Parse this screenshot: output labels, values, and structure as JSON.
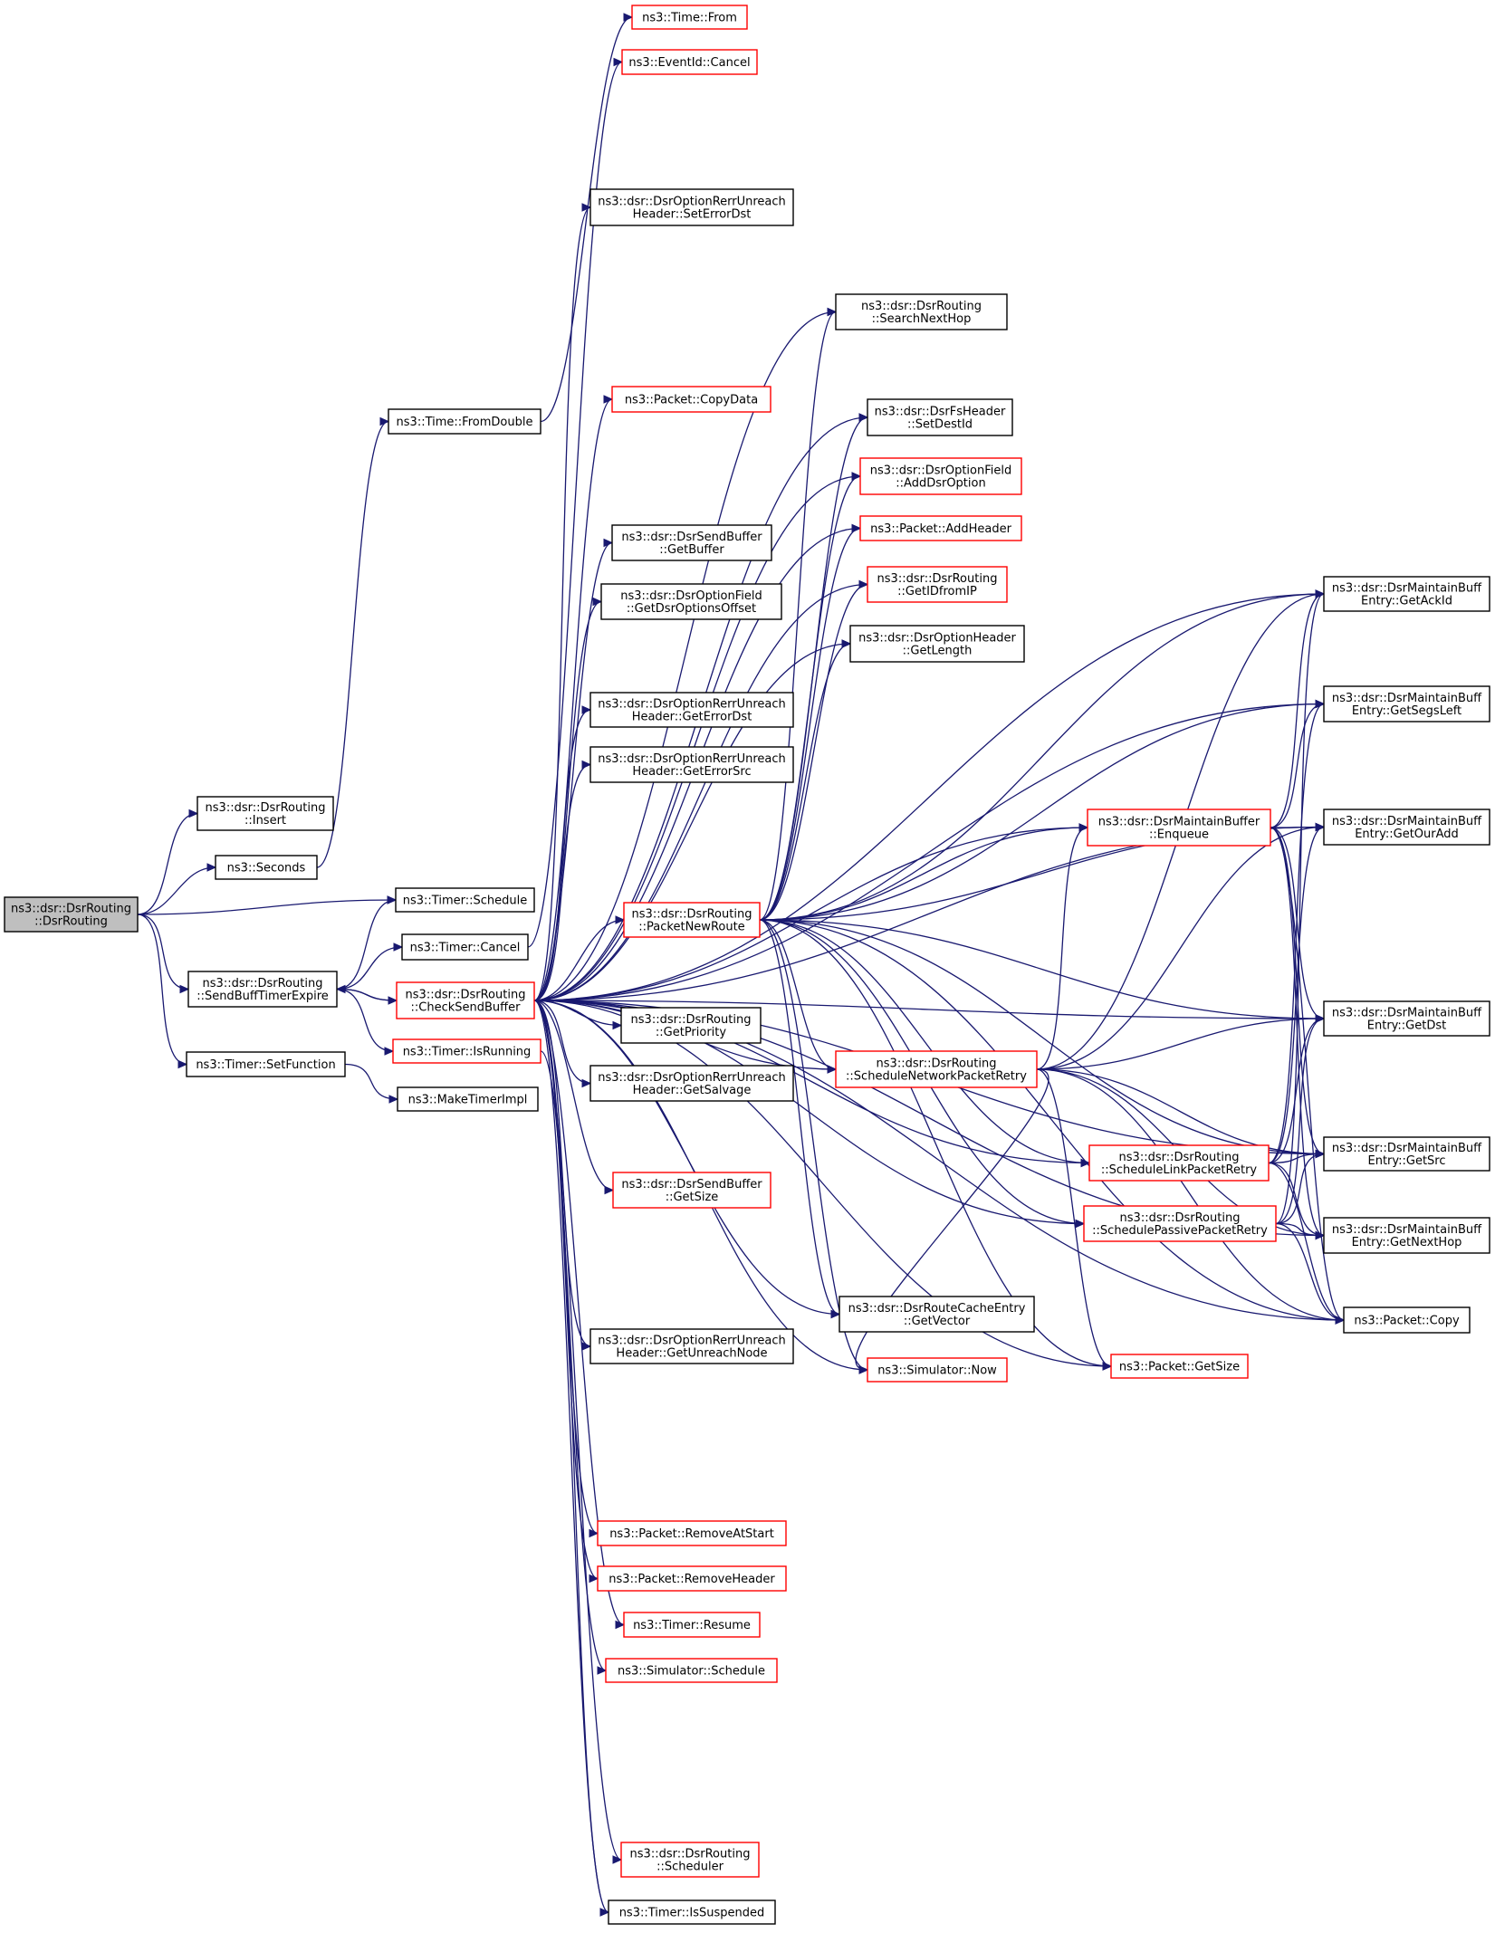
{
  "diagram": {
    "type": "call-graph",
    "colors": {
      "edge": "#191970",
      "normal_border": "#000000",
      "truncated_border": "#ff0000",
      "root_fill": "#bfbfbf"
    },
    "nodes": [
      {
        "id": "root",
        "lines": [
          "ns3::dsr::DsrRouting",
          "::DsrRouting"
        ],
        "kind": "root"
      },
      {
        "id": "insert",
        "lines": [
          "ns3::dsr::DsrRouting",
          "::Insert"
        ],
        "kind": "normal"
      },
      {
        "id": "seconds",
        "lines": [
          "ns3::Seconds"
        ],
        "kind": "normal"
      },
      {
        "id": "timerSchedule",
        "lines": [
          "ns3::Timer::Schedule"
        ],
        "kind": "normal"
      },
      {
        "id": "sendBuffTimerExpire",
        "lines": [
          "ns3::dsr::DsrRouting",
          "::SendBuffTimerExpire"
        ],
        "kind": "normal"
      },
      {
        "id": "timerSetFunction",
        "lines": [
          "ns3::Timer::SetFunction"
        ],
        "kind": "normal"
      },
      {
        "id": "fromDouble",
        "lines": [
          "ns3::Time::FromDouble"
        ],
        "kind": "normal"
      },
      {
        "id": "timerCancel",
        "lines": [
          "ns3::Timer::Cancel"
        ],
        "kind": "normal"
      },
      {
        "id": "checkSendBuffer",
        "lines": [
          "ns3::dsr::DsrRouting",
          "::CheckSendBuffer"
        ],
        "kind": "red"
      },
      {
        "id": "timerIsRunning",
        "lines": [
          "ns3::Timer::IsRunning"
        ],
        "kind": "red"
      },
      {
        "id": "makeTimerImpl",
        "lines": [
          "ns3::MakeTimerImpl"
        ],
        "kind": "normal"
      },
      {
        "id": "timeFrom",
        "lines": [
          "ns3::Time::From"
        ],
        "kind": "red"
      },
      {
        "id": "eventIdCancel",
        "lines": [
          "ns3::EventId::Cancel"
        ],
        "kind": "red"
      },
      {
        "id": "setErrorDst",
        "lines": [
          "ns3::dsr::DsrOptionRerrUnreach",
          "Header::SetErrorDst"
        ],
        "kind": "normal"
      },
      {
        "id": "copyData",
        "lines": [
          "ns3::Packet::CopyData"
        ],
        "kind": "red"
      },
      {
        "id": "getBuffer",
        "lines": [
          "ns3::dsr::DsrSendBuffer",
          "::GetBuffer"
        ],
        "kind": "normal"
      },
      {
        "id": "getDsrOptionsOffset",
        "lines": [
          "ns3::dsr::DsrOptionField",
          "::GetDsrOptionsOffset"
        ],
        "kind": "normal"
      },
      {
        "id": "getErrorDst",
        "lines": [
          "ns3::dsr::DsrOptionRerrUnreach",
          "Header::GetErrorDst"
        ],
        "kind": "normal"
      },
      {
        "id": "getErrorSrc",
        "lines": [
          "ns3::dsr::DsrOptionRerrUnreach",
          "Header::GetErrorSrc"
        ],
        "kind": "normal"
      },
      {
        "id": "packetNewRoute",
        "lines": [
          "ns3::dsr::DsrRouting",
          "::PacketNewRoute"
        ],
        "kind": "red"
      },
      {
        "id": "getPriority",
        "lines": [
          "ns3::dsr::DsrRouting",
          "::GetPriority"
        ],
        "kind": "normal"
      },
      {
        "id": "getSalvage",
        "lines": [
          "ns3::dsr::DsrOptionRerrUnreach",
          "Header::GetSalvage"
        ],
        "kind": "normal"
      },
      {
        "id": "sendBufferGetSize",
        "lines": [
          "ns3::dsr::DsrSendBuffer",
          "::GetSize"
        ],
        "kind": "red"
      },
      {
        "id": "getUnreachNode",
        "lines": [
          "ns3::dsr::DsrOptionRerrUnreach",
          "Header::GetUnreachNode"
        ],
        "kind": "normal"
      },
      {
        "id": "removeAtStart",
        "lines": [
          "ns3::Packet::RemoveAtStart"
        ],
        "kind": "red"
      },
      {
        "id": "removeHeader",
        "lines": [
          "ns3::Packet::RemoveHeader"
        ],
        "kind": "red"
      },
      {
        "id": "timerResume",
        "lines": [
          "ns3::Timer::Resume"
        ],
        "kind": "red"
      },
      {
        "id": "simulatorSchedule",
        "lines": [
          "ns3::Simulator::Schedule"
        ],
        "kind": "red"
      },
      {
        "id": "scheduler",
        "lines": [
          "ns3::dsr::DsrRouting",
          "::Scheduler"
        ],
        "kind": "red"
      },
      {
        "id": "timerIsSuspended",
        "lines": [
          "ns3::Timer::IsSuspended"
        ],
        "kind": "normal"
      },
      {
        "id": "searchNextHop",
        "lines": [
          "ns3::dsr::DsrRouting",
          "::SearchNextHop"
        ],
        "kind": "normal"
      },
      {
        "id": "setDestId",
        "lines": [
          "ns3::dsr::DsrFsHeader",
          "::SetDestId"
        ],
        "kind": "normal"
      },
      {
        "id": "addDsrOption",
        "lines": [
          "ns3::dsr::DsrOptionField",
          "::AddDsrOption"
        ],
        "kind": "red"
      },
      {
        "id": "addHeader",
        "lines": [
          "ns3::Packet::AddHeader"
        ],
        "kind": "red"
      },
      {
        "id": "getIDfromIP",
        "lines": [
          "ns3::dsr::DsrRouting",
          "::GetIDfromIP"
        ],
        "kind": "red"
      },
      {
        "id": "getLength",
        "lines": [
          "ns3::dsr::DsrOptionHeader",
          "::GetLength"
        ],
        "kind": "normal"
      },
      {
        "id": "enqueue",
        "lines": [
          "ns3::dsr::DsrMaintainBuffer",
          "::Enqueue"
        ],
        "kind": "red"
      },
      {
        "id": "scheduleNetworkPacketRetry",
        "lines": [
          "ns3::dsr::DsrRouting",
          "::ScheduleNetworkPacketRetry"
        ],
        "kind": "red"
      },
      {
        "id": "scheduleLinkPacketRetry",
        "lines": [
          "ns3::dsr::DsrRouting",
          "::ScheduleLinkPacketRetry"
        ],
        "kind": "red"
      },
      {
        "id": "schedulePassivePacketRetry",
        "lines": [
          "ns3::dsr::DsrRouting",
          "::SchedulePassivePacketRetry"
        ],
        "kind": "red"
      },
      {
        "id": "getVector",
        "lines": [
          "ns3::dsr::DsrRouteCacheEntry",
          "::GetVector"
        ],
        "kind": "normal"
      },
      {
        "id": "simulatorNow",
        "lines": [
          "ns3::Simulator::Now"
        ],
        "kind": "red"
      },
      {
        "id": "packetGetSize",
        "lines": [
          "ns3::Packet::GetSize"
        ],
        "kind": "red"
      },
      {
        "id": "getAckId",
        "lines": [
          "ns3::dsr::DsrMaintainBuff",
          "Entry::GetAckId"
        ],
        "kind": "normal"
      },
      {
        "id": "getSegsLeft",
        "lines": [
          "ns3::dsr::DsrMaintainBuff",
          "Entry::GetSegsLeft"
        ],
        "kind": "normal"
      },
      {
        "id": "getOurAdd",
        "lines": [
          "ns3::dsr::DsrMaintainBuff",
          "Entry::GetOurAdd"
        ],
        "kind": "normal"
      },
      {
        "id": "getDst",
        "lines": [
          "ns3::dsr::DsrMaintainBuff",
          "Entry::GetDst"
        ],
        "kind": "normal"
      },
      {
        "id": "getSrc",
        "lines": [
          "ns3::dsr::DsrMaintainBuff",
          "Entry::GetSrc"
        ],
        "kind": "normal"
      },
      {
        "id": "getNextHop",
        "lines": [
          "ns3::dsr::DsrMaintainBuff",
          "Entry::GetNextHop"
        ],
        "kind": "normal"
      },
      {
        "id": "packetCopy",
        "lines": [
          "ns3::Packet::Copy"
        ],
        "kind": "normal"
      }
    ],
    "edges": [
      [
        "root",
        "insert"
      ],
      [
        "root",
        "seconds"
      ],
      [
        "root",
        "timerSchedule"
      ],
      [
        "root",
        "sendBuffTimerExpire"
      ],
      [
        "root",
        "timerSetFunction"
      ],
      [
        "seconds",
        "fromDouble"
      ],
      [
        "fromDouble",
        "timeFrom"
      ],
      [
        "sendBuffTimerExpire",
        "timerSchedule"
      ],
      [
        "sendBuffTimerExpire",
        "timerCancel"
      ],
      [
        "sendBuffTimerExpire",
        "checkSendBuffer"
      ],
      [
        "sendBuffTimerExpire",
        "timerIsRunning"
      ],
      [
        "timerSetFunction",
        "makeTimerImpl"
      ],
      [
        "timerCancel",
        "eventIdCancel"
      ],
      [
        "checkSendBuffer",
        "sendBuffTimerExpire"
      ],
      [
        "checkSendBuffer",
        "setErrorDst"
      ],
      [
        "checkSendBuffer",
        "copyData"
      ],
      [
        "checkSendBuffer",
        "getBuffer"
      ],
      [
        "checkSendBuffer",
        "getDsrOptionsOffset"
      ],
      [
        "checkSendBuffer",
        "getErrorDst"
      ],
      [
        "checkSendBuffer",
        "getErrorSrc"
      ],
      [
        "checkSendBuffer",
        "packetNewRoute"
      ],
      [
        "checkSendBuffer",
        "getPriority"
      ],
      [
        "checkSendBuffer",
        "getSalvage"
      ],
      [
        "checkSendBuffer",
        "sendBufferGetSize"
      ],
      [
        "checkSendBuffer",
        "getUnreachNode"
      ],
      [
        "checkSendBuffer",
        "removeAtStart"
      ],
      [
        "checkSendBuffer",
        "removeHeader"
      ],
      [
        "checkSendBuffer",
        "timerResume"
      ],
      [
        "checkSendBuffer",
        "simulatorSchedule"
      ],
      [
        "checkSendBuffer",
        "scheduler"
      ],
      [
        "checkSendBuffer",
        "timerIsSuspended"
      ],
      [
        "checkSendBuffer",
        "searchNextHop"
      ],
      [
        "checkSendBuffer",
        "setDestId"
      ],
      [
        "checkSendBuffer",
        "addDsrOption"
      ],
      [
        "checkSendBuffer",
        "addHeader"
      ],
      [
        "checkSendBuffer",
        "getIDfromIP"
      ],
      [
        "checkSendBuffer",
        "getLength"
      ],
      [
        "checkSendBuffer",
        "getAckId"
      ],
      [
        "checkSendBuffer",
        "getSegsLeft"
      ],
      [
        "checkSendBuffer",
        "getDst"
      ],
      [
        "checkSendBuffer",
        "scheduleNetworkPacketRetry"
      ],
      [
        "checkSendBuffer",
        "scheduleLinkPacketRetry"
      ],
      [
        "checkSendBuffer",
        "schedulePassivePacketRetry"
      ],
      [
        "checkSendBuffer",
        "getVector"
      ],
      [
        "checkSendBuffer",
        "simulatorNow"
      ],
      [
        "checkSendBuffer",
        "packetGetSize"
      ],
      [
        "checkSendBuffer",
        "getNextHop"
      ],
      [
        "checkSendBuffer",
        "packetCopy"
      ],
      [
        "checkSendBuffer",
        "enqueue"
      ],
      [
        "checkSendBuffer",
        "getOurAdd"
      ],
      [
        "checkSendBuffer",
        "getSrc"
      ],
      [
        "timerIsRunning",
        "timerIsSuspended"
      ],
      [
        "packetNewRoute",
        "searchNextHop"
      ],
      [
        "packetNewRoute",
        "setDestId"
      ],
      [
        "packetNewRoute",
        "addDsrOption"
      ],
      [
        "packetNewRoute",
        "addHeader"
      ],
      [
        "packetNewRoute",
        "getIDfromIP"
      ],
      [
        "packetNewRoute",
        "getLength"
      ],
      [
        "packetNewRoute",
        "getAckId"
      ],
      [
        "packetNewRoute",
        "getSegsLeft"
      ],
      [
        "packetNewRoute",
        "enqueue"
      ],
      [
        "packetNewRoute",
        "getOurAdd"
      ],
      [
        "packetNewRoute",
        "getDst"
      ],
      [
        "packetNewRoute",
        "getSrc"
      ],
      [
        "packetNewRoute",
        "scheduleNetworkPacketRetry"
      ],
      [
        "packetNewRoute",
        "scheduleLinkPacketRetry"
      ],
      [
        "packetNewRoute",
        "schedulePassivePacketRetry"
      ],
      [
        "packetNewRoute",
        "getVector"
      ],
      [
        "packetNewRoute",
        "simulatorNow"
      ],
      [
        "packetNewRoute",
        "packetGetSize"
      ],
      [
        "packetNewRoute",
        "packetCopy"
      ],
      [
        "scheduleNetworkPacketRetry",
        "enqueue"
      ],
      [
        "scheduleNetworkPacketRetry",
        "getAckId"
      ],
      [
        "scheduleNetworkPacketRetry",
        "getOurAdd"
      ],
      [
        "scheduleNetworkPacketRetry",
        "getDst"
      ],
      [
        "scheduleNetworkPacketRetry",
        "getSrc"
      ],
      [
        "scheduleNetworkPacketRetry",
        "getNextHop"
      ],
      [
        "scheduleNetworkPacketRetry",
        "packetCopy"
      ],
      [
        "scheduleNetworkPacketRetry",
        "packetGetSize"
      ],
      [
        "scheduleNetworkPacketRetry",
        "simulatorNow"
      ],
      [
        "scheduleLinkPacketRetry",
        "getSegsLeft"
      ],
      [
        "scheduleLinkPacketRetry",
        "getOurAdd"
      ],
      [
        "scheduleLinkPacketRetry",
        "getDst"
      ],
      [
        "scheduleLinkPacketRetry",
        "getSrc"
      ],
      [
        "scheduleLinkPacketRetry",
        "getNextHop"
      ],
      [
        "scheduleLinkPacketRetry",
        "packetCopy"
      ],
      [
        "schedulePassivePacketRetry",
        "getAckId"
      ],
      [
        "schedulePassivePacketRetry",
        "getDst"
      ],
      [
        "schedulePassivePacketRetry",
        "getSrc"
      ],
      [
        "schedulePassivePacketRetry",
        "getNextHop"
      ],
      [
        "schedulePassivePacketRetry",
        "packetCopy"
      ],
      [
        "enqueue",
        "getAckId"
      ],
      [
        "enqueue",
        "getSegsLeft"
      ],
      [
        "enqueue",
        "getOurAdd"
      ],
      [
        "enqueue",
        "getDst"
      ],
      [
        "enqueue",
        "getSrc"
      ],
      [
        "enqueue",
        "getNextHop"
      ],
      [
        "enqueue",
        "packetCopy"
      ]
    ]
  }
}
